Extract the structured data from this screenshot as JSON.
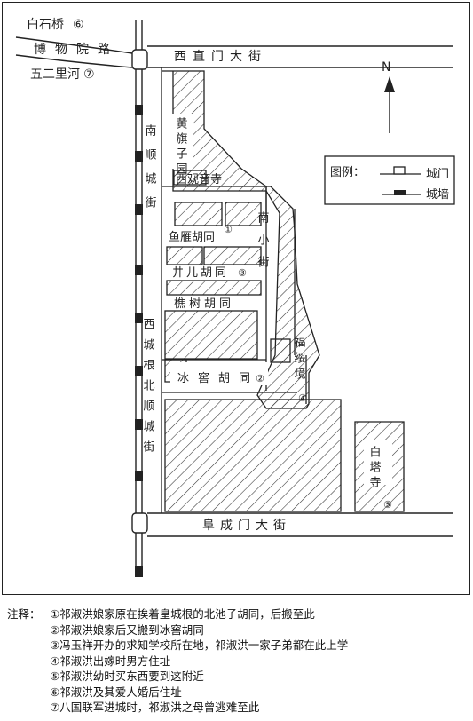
{
  "map": {
    "labels": {
      "baishiqiao": "白石桥",
      "bowuyuan_lu": "博物院路",
      "wuer_lihe": "五二里河",
      "xizhimen": "西直门大街",
      "fuchengmen": "阜成门大街",
      "nanshun_cheng_jie": "南顺城街",
      "huangqi_zi_yuan": "黄旗子园",
      "xiguanyin_si": "西观音寺",
      "yuya_hutong": "鱼雁胡同",
      "jinger_hutong": "井儿胡同",
      "nan_xiao_jie": "南小街",
      "qiaoshu_hutong": "樵树胡同",
      "xicheng_gen_beishun_cheng_jie": "西城根北顺城街",
      "bingjiao_hutong": "冰窖胡同",
      "fusui_jing": "福绥境",
      "baita_si": "白塔寺",
      "north": "N"
    },
    "markers": {
      "m1": "①",
      "m2": "②",
      "m3": "③",
      "m4": "④",
      "m5": "⑤",
      "m6": "⑥",
      "m7": "⑦"
    },
    "legend": {
      "title": "图例：",
      "gate": "城门",
      "wall": "城墙"
    }
  },
  "notes": {
    "label": "注释：",
    "items": [
      "①祁淑洪娘家原在挨着皇城根的北池子胡同，后搬至此",
      "②祁淑洪娘家后又搬到冰窖胡同",
      "③冯玉祥开办的求知学校所在地，祁淑洪一家子弟都在此上学",
      "④祁淑洪出嫁时男方住址",
      "⑤祁淑洪幼时买东西要到这附近",
      "⑥祁淑洪及其爱人婚后住址",
      "⑦八国联军进城时，祁淑洪之母曾逃难至此"
    ]
  }
}
